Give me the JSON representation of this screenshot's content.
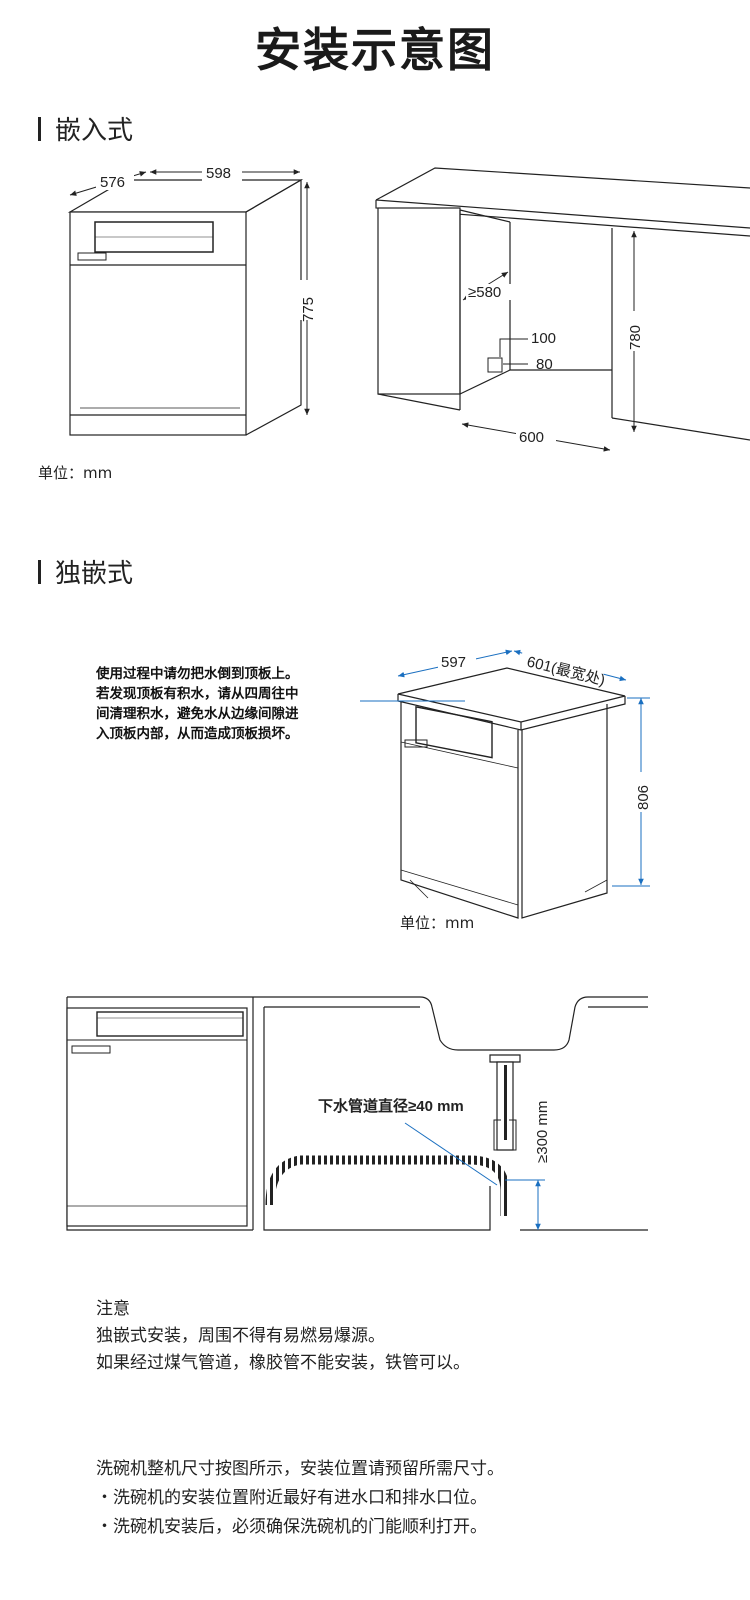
{
  "title": "安装示意图",
  "sections": {
    "embedded": {
      "heading": "嵌入式",
      "unit": "单位：mm",
      "dims": {
        "depth": "576",
        "width": "598",
        "height": "775"
      },
      "cabinet_dims": {
        "depth": "≥580",
        "pipe_height": "100",
        "pipe_width": "80",
        "height": "780",
        "width": "600"
      }
    },
    "freestanding": {
      "heading": "独嵌式",
      "unit": "单位：mm",
      "dims": {
        "width": "597",
        "depth": "601(最宽处)",
        "height": "806"
      },
      "warning_lines": [
        "使用过程中请勿把水倒到顶板上。",
        "若发现顶板有积水，请从四周往中",
        "间清理积水，避免水从边缘间隙进",
        "入顶板内部，从而造成顶板损坏。"
      ]
    },
    "drain": {
      "pipe_label": "下水管道直径≥40 mm",
      "height_label": "≥300 mm"
    }
  },
  "notes": {
    "heading": "注意",
    "lines": [
      "独嵌式安装，周围不得有易燃易爆源。",
      "如果经过煤气管道，橡胶管不能安装，铁管可以。"
    ]
  },
  "footer": {
    "lines": [
      "洗碗机整机尺寸按图所示，安装位置请预留所需尺寸。",
      "・洗碗机的安装位置附近最好有进水口和排水口位。",
      "・洗碗机安装后，必须确保洗碗机的门能顺利打开。"
    ]
  },
  "colors": {
    "line": "#222222",
    "accent": "#1a6fc0"
  }
}
